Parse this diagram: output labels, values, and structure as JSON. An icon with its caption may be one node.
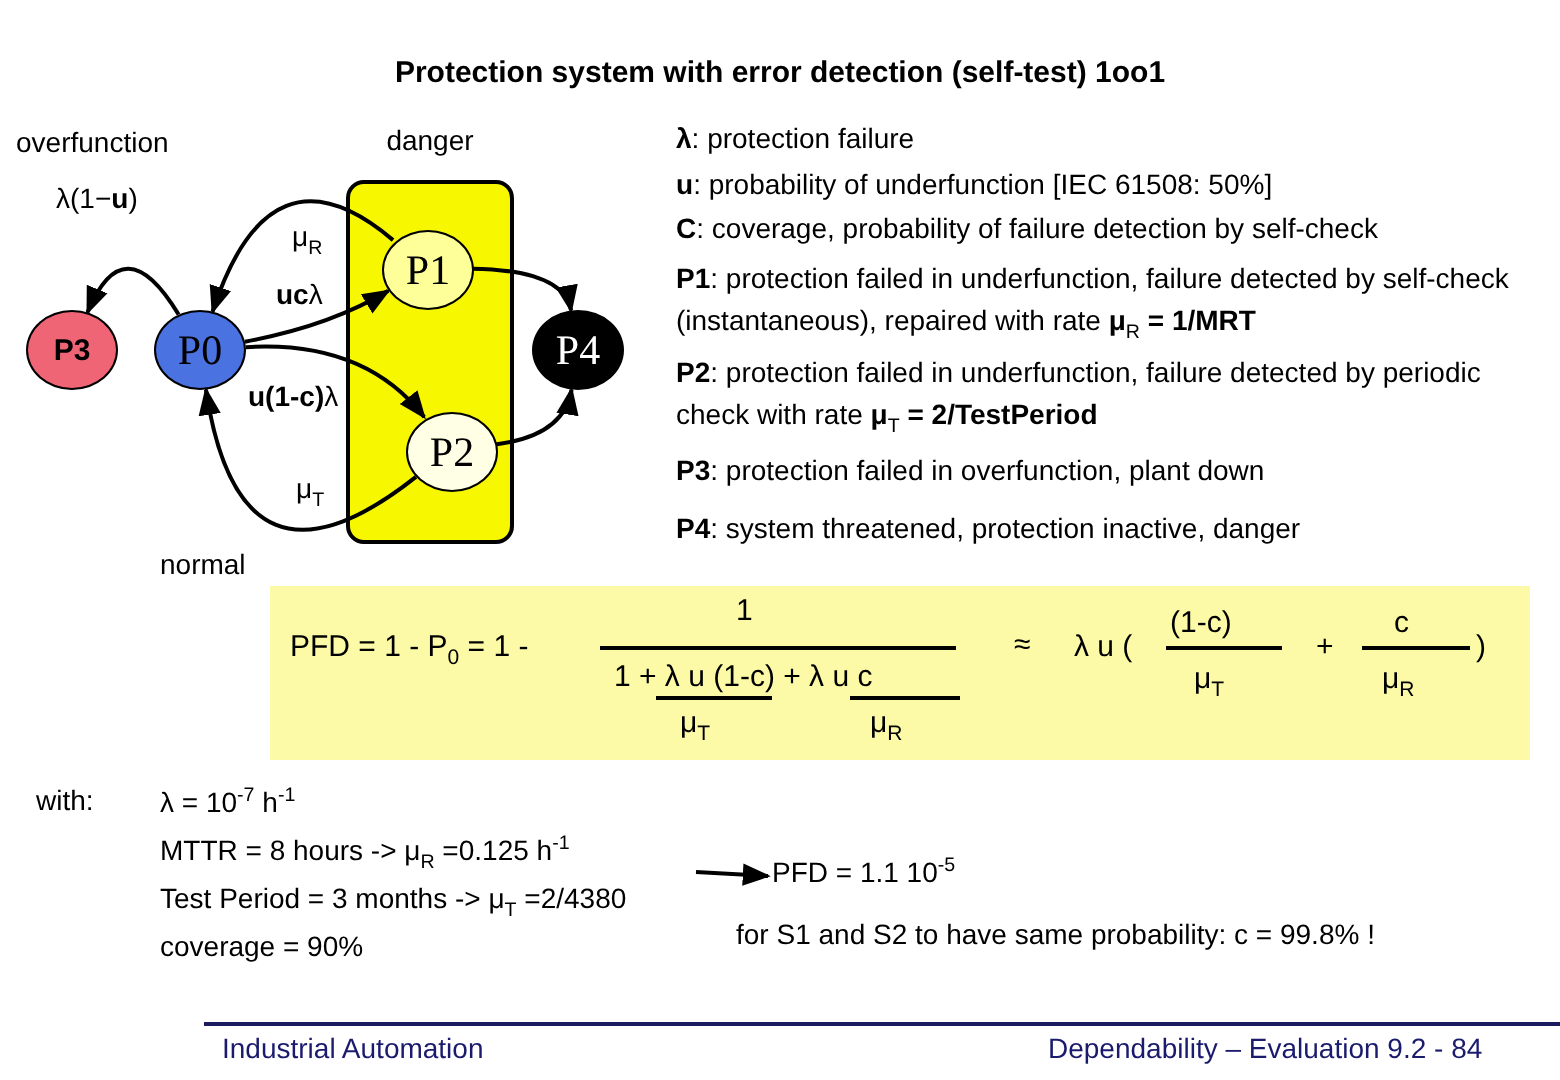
{
  "diagram": {
    "title": "Protection system with error detection (self-test) 1oo1",
    "nodes": [
      {
        "text": [
          "danger"
        ]
      },
      {
        "text": [
          "P0"
        ]
      },
      {
        "text": [
          "P1"
        ],
        "in": 0
      },
      {
        "text": [
          "P2"
        ],
        "in": 0
      },
      {
        "text": [
          "P3"
        ]
      },
      {
        "text": [
          "P4"
        ]
      },
      {
        "text": [
          "λ = 10$^{-7}$ h$^{-1}$",
          "MTTR = 8 hours -> μ$_{R}$ =0.125 h$^{-1}$",
          "Test Period = 3 months -> μ$_{T}$ =2/4380",
          "coverage = 90%"
        ]
      },
      {
        "text": [
          "PFD = 1.1 10$^{-5}$"
        ]
      },
      {
        "text": [
          "PFD = 1 - P$_{0}$ = 1 -",
          "1",
          "1 + λ u (1-c) + λ u c",
          "μ$_{T}$",
          "μ$_{R}$",
          "≈",
          "λ u (",
          "(1-c)",
          "μ$_{T}$",
          "+",
          "c",
          "μ$_{R}$",
          ")"
        ]
      }
    ],
    "edges": [
      {
        "from": 1,
        "to": 4,
        "arrow": "to",
        "label": "λ(1−**u**)"
      },
      {
        "from": 2,
        "to": 1,
        "arrow": "to",
        "label": "μ$_{R}$"
      },
      {
        "from": 1,
        "to": 2,
        "arrow": "to",
        "label": "**uc**λ"
      },
      {
        "from": 1,
        "to": 3,
        "arrow": "to",
        "label": "**u(1-c)**λ"
      },
      {
        "from": 3,
        "to": 1,
        "arrow": "to",
        "label": "μ$_{T}$"
      },
      {
        "from": 2,
        "to": 5,
        "arrow": "to"
      },
      {
        "from": 3,
        "to": 5,
        "arrow": "to"
      },
      {
        "from": 6,
        "to": 7,
        "arrow": "to"
      }
    ],
    "labels": [
      "overfunction",
      "normal",
      "**λ**: protection failure",
      "**u**: probability of underfunction [IEC 61508: 50%]",
      "**C**: coverage, probability of failure detection by self-check",
      "**P1**: protection failed in underfunction, failure detected by self-check (instantaneous), repaired with rate **μ**$_{R}$ **= 1/MRT**",
      "**P2**: protection failed in underfunction, failure detected by periodic check with rate **μ**$_{T}$ **= 2/TestPeriod**",
      "**P3**: protection failed in overfunction, plant down",
      "**P4**: system threatened, protection inactive, danger",
      "with:",
      "for S1 and S2 to have same probability: c = 99.8% !",
      "Industrial Automation",
      "Dependability – Evaluation 9.2 - 84"
    ]
  }
}
